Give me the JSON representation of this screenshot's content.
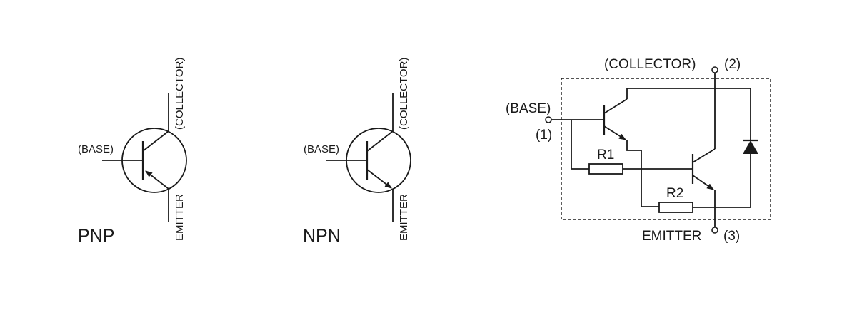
{
  "pnp": {
    "base_label": "(BASE)",
    "collector_label": "(COLLECTOR)",
    "emitter_label": "EMITTER",
    "type_label": "PNP"
  },
  "npn": {
    "base_label": "(BASE)",
    "collector_label": "(COLLECTOR)",
    "emitter_label": "EMITTER",
    "type_label": "NPN"
  },
  "darlington": {
    "collector_label": "(COLLECTOR)",
    "collector_pin": "(2)",
    "base_label": "(BASE)",
    "base_pin": "(1)",
    "emitter_label": "EMITTER",
    "emitter_pin": "(3)",
    "r1_label": "R1",
    "r2_label": "R2"
  }
}
